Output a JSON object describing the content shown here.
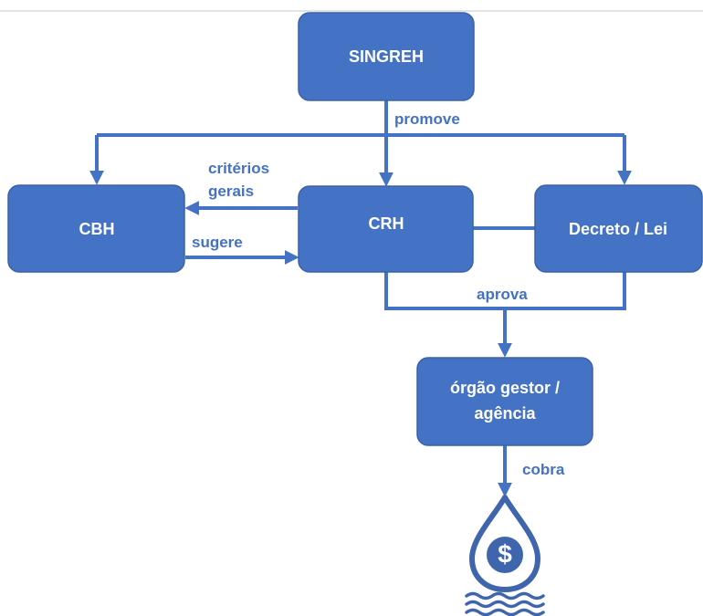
{
  "colors": {
    "box_fill": "#4472c4",
    "box_stroke": "#3b62a8",
    "arrow": "#4472c4",
    "label": "#4472c4"
  },
  "nodes": {
    "singreh": "SINGREH",
    "cbh": "CBH",
    "crh": "CRH",
    "decreto_lei": "Decreto / Lei",
    "orgao_gestor_line1": "órgão gestor /",
    "orgao_gestor_line2": "agência"
  },
  "edge_labels": {
    "promove": "promove",
    "criterios_line1": "critérios",
    "criterios_line2": "gerais",
    "sugere": "sugere",
    "aprova": "aprova",
    "cobra": "cobra"
  },
  "icons": [
    "water-drop-dollar-icon",
    "water-waves-icon"
  ]
}
